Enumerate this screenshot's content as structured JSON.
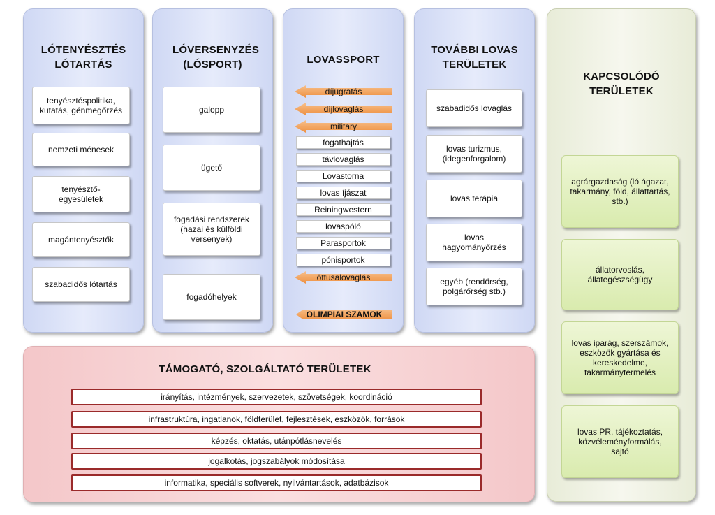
{
  "columns": [
    {
      "title": "LÓTENYÉSZTÉS LÓTARTÁS",
      "items": [
        "tenyésztéspolitika, kutatás, génmegőrzés",
        "nemzeti ménesek",
        "tenyésztő-egyesületek",
        "magántenyésztők",
        "szabadidős lótartás"
      ]
    },
    {
      "title": "LÓVERSENYZÉS (LÓSPORT)",
      "items": [
        "galopp",
        "ügető",
        "fogadási rendszerek (hazai és külföldi versenyek)",
        "fogadóhelyek"
      ]
    },
    {
      "title": "LOVASSPORT",
      "olympic_items": [
        "díjugratás",
        "díjlovaglás",
        "military"
      ],
      "items": [
        "fogathajtás",
        "távlovaglás",
        "Lovastorna",
        "lovas íjászat",
        "Reiningwestern",
        "lovaspóló",
        "Parasportok",
        "pónisportok"
      ],
      "olympic_last": "öttusalovaglás",
      "olympic_label": "OLIMPIAI SZAMOK"
    },
    {
      "title": "TOVÁBBI LOVAS TERÜLETEK",
      "items": [
        "szabadidős lovaglás",
        "lovas turizmus, (idegenforgalom)",
        "lovas terápia",
        "lovas hagyományőrzés",
        "egyéb (rendőrség, polgárőrség stb.)"
      ]
    }
  ],
  "related": {
    "title": "KAPCSOLÓDÓ TERÜLETEK",
    "items": [
      "agrárgazdaság (ló ágazat, takarmány, föld, állattartás, stb.)",
      "állatorvoslás, állategészségügy",
      "lovas iparág, szerszámok, eszközök gyártása és kereskedelme, takarmánytermelés",
      "lovas PR, tájékoztatás, közvéleményformálás, sajtó"
    ]
  },
  "support": {
    "title": "TÁMOGATÓ, SZOLGÁLTATÓ TERÜLETEK",
    "items": [
      "irányítás, intézmények, szervezetek, szövetségek, koordináció",
      "infrastruktúra,  ingatlanok, földterület, fejlesztések, eszközök, források",
      "képzés, oktatás, utánpótlásnevelés",
      "jogalkotás, jogszabályok módosítása",
      "informatika, speciális softverek, nyilvántartások, adatbázisok"
    ]
  },
  "colors": {
    "blue_panel": "#dde4f8",
    "green_panel": "#f1f3e6",
    "pink_panel": "#f7d2d4",
    "arrow": "#ee8f3f",
    "support_border": "#9a2a2a",
    "green_box": "#e3f0c0"
  }
}
